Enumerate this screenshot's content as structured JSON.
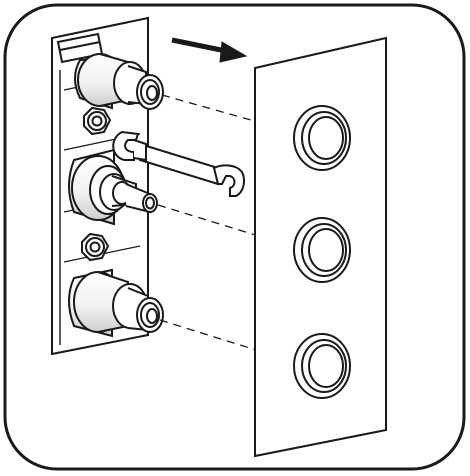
{
  "illustration": {
    "style": "monochrome line-art installation diagram",
    "colors": {
      "stroke": "#1a1a1a",
      "fill": "#ffffff",
      "frame": "#1a1a1a"
    },
    "objects": [
      "rounded-frame",
      "valve-body-bracket",
      "fitting-top",
      "fitting-middle",
      "fitting-bottom",
      "hex-nut-upper",
      "hex-nut-lower",
      "open-end-wrench",
      "cover-plate",
      "plate-hole-top",
      "plate-hole-middle",
      "plate-hole-bottom",
      "alignment-guide-lines",
      "move-direction-arrow"
    ]
  }
}
